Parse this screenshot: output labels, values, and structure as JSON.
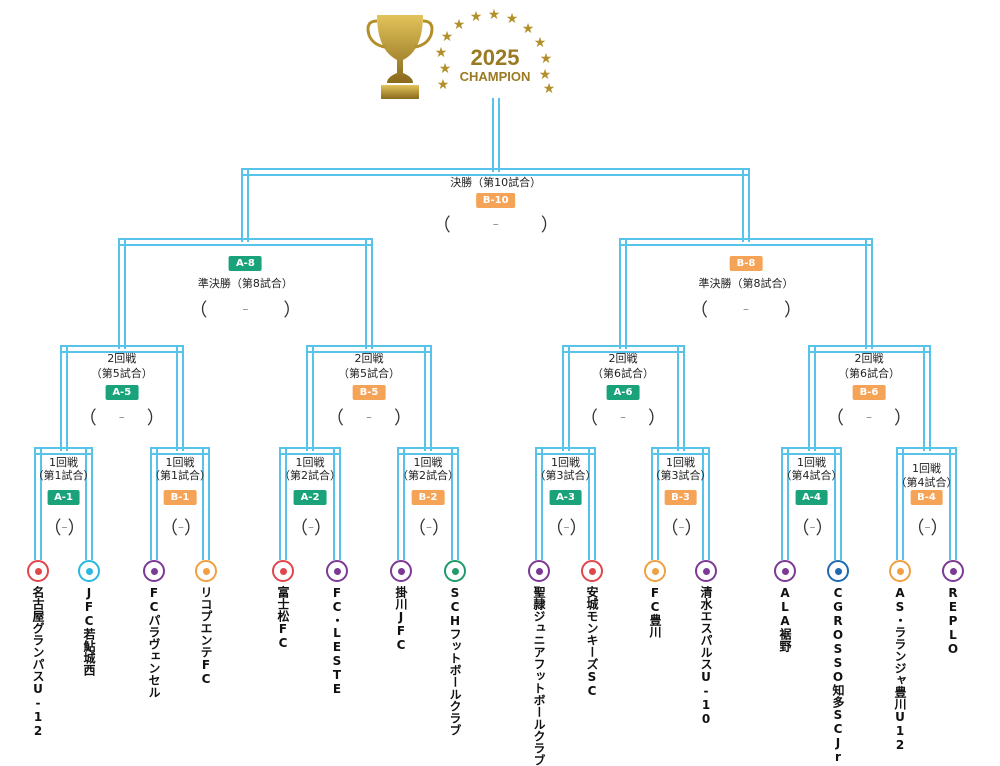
{
  "trophy": {
    "year": "2025",
    "title": "CHAMPION"
  },
  "colors": {
    "line": "#58c3ea",
    "badge_a": "#1aa37a",
    "badge_b": "#f5a356",
    "gold": "#b38f2a"
  },
  "score_placeholder": "–",
  "final": {
    "label": "決勝（第10試合）",
    "badge": "B-10"
  },
  "semis": [
    {
      "badge": "A-8",
      "label": "準決勝（第8試合）"
    },
    {
      "badge": "B-8",
      "label": "準決勝（第8試合）"
    }
  ],
  "round2": [
    {
      "round": "2回戦",
      "game": "（第5試合）",
      "badge": "A-5"
    },
    {
      "round": "2回戦",
      "game": "（第5試合）",
      "badge": "B-5"
    },
    {
      "round": "2回戦",
      "game": "（第6試合）",
      "badge": "A-6"
    },
    {
      "round": "2回戦",
      "game": "（第6試合）",
      "badge": "B-6"
    }
  ],
  "round1": [
    {
      "round": "1回戦",
      "game": "（第1試合）",
      "badge": "A-1"
    },
    {
      "round": "1回戦",
      "game": "（第1試合）",
      "badge": "B-1"
    },
    {
      "round": "1回戦",
      "game": "（第2試合）",
      "badge": "A-2"
    },
    {
      "round": "1回戦",
      "game": "（第2試合）",
      "badge": "B-2"
    },
    {
      "round": "1回戦",
      "game": "（第3試合）",
      "badge": "A-3"
    },
    {
      "round": "1回戦",
      "game": "（第3試合）",
      "badge": "B-3"
    },
    {
      "round": "1回戦",
      "game": "（第4試合）",
      "badge": "A-4"
    },
    {
      "round": "1回戦",
      "game": "（第4試合）",
      "badge": "B-4"
    }
  ],
  "teams": [
    {
      "name": "名古屋グランパスU-12",
      "color": "#e0474c"
    },
    {
      "name": "JFC若鮎城西",
      "color": "#2ab7e0"
    },
    {
      "name": "FCパラヴェンセル",
      "color": "#7b3a96"
    },
    {
      "name": "リコプエンテFC",
      "color": "#f0a040"
    },
    {
      "name": "富士松FC",
      "color": "#e0474c"
    },
    {
      "name": "FC・LESTE",
      "color": "#7b3a96"
    },
    {
      "name": "掛川JFC",
      "color": "#7b3a96"
    },
    {
      "name": "SCHフットボールクラブ",
      "color": "#1f9a6a"
    },
    {
      "name": "聖隷ジュニアフットボールクラブ",
      "color": "#7b3a96"
    },
    {
      "name": "安城モンキーズSC",
      "color": "#e0474c"
    },
    {
      "name": "FC豊川",
      "color": "#f0a040"
    },
    {
      "name": "清水エスパルスU-10",
      "color": "#7b3a96"
    },
    {
      "name": "ALA裾野",
      "color": "#7b3a96"
    },
    {
      "name": "CGROSSO知多SCJr",
      "color": "#1f6ab0"
    },
    {
      "name": "AS・ラランジャ豊川U12",
      "color": "#f0a040"
    },
    {
      "name": "REPLO",
      "color": "#7b3a96"
    }
  ]
}
